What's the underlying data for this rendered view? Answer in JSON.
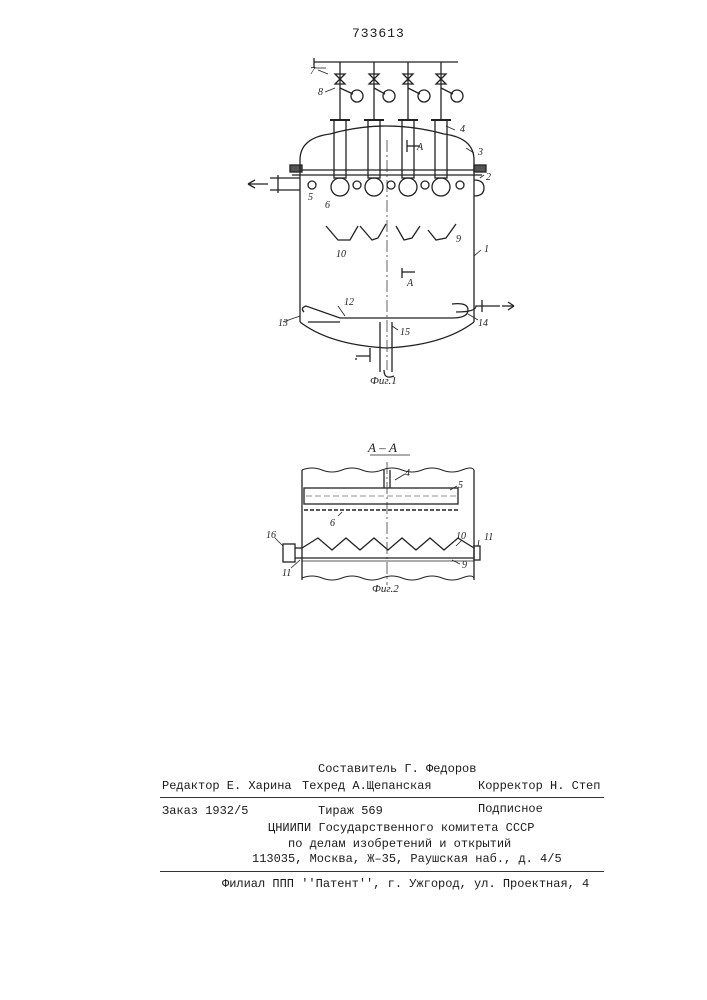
{
  "patent_number": "733613",
  "figure1": {
    "caption": "Фиг.1",
    "section_marker": "А",
    "labels": [
      "1",
      "2",
      "3",
      "4",
      "5",
      "6",
      "7",
      "8",
      "9",
      "10",
      "12",
      "13",
      "14",
      "15"
    ]
  },
  "figure2": {
    "section_title": "А – А",
    "caption": "Фиг.2",
    "labels": [
      "4",
      "5",
      "6",
      "9",
      "10",
      "11",
      "11",
      "16"
    ]
  },
  "footer": {
    "compiler": "Составитель Г. Федоров",
    "editor": "Редактор Е. Харина",
    "techred": "Техред А.Щепанская",
    "corrector": "Корректор Н. Степ",
    "order": "Заказ 1932/5",
    "circulation": "Тираж 569",
    "subscription": "Подписное",
    "org_line1": "ЦНИИПИ Государственного комитета СССР",
    "org_line2": "по делам изобретений и открытий",
    "address": "113035, Москва, Ж–35, Раушская наб., д. 4/5",
    "branch": "Филиал ППП ''Патент'', г. Ужгород, ул. Проектная, 4"
  }
}
